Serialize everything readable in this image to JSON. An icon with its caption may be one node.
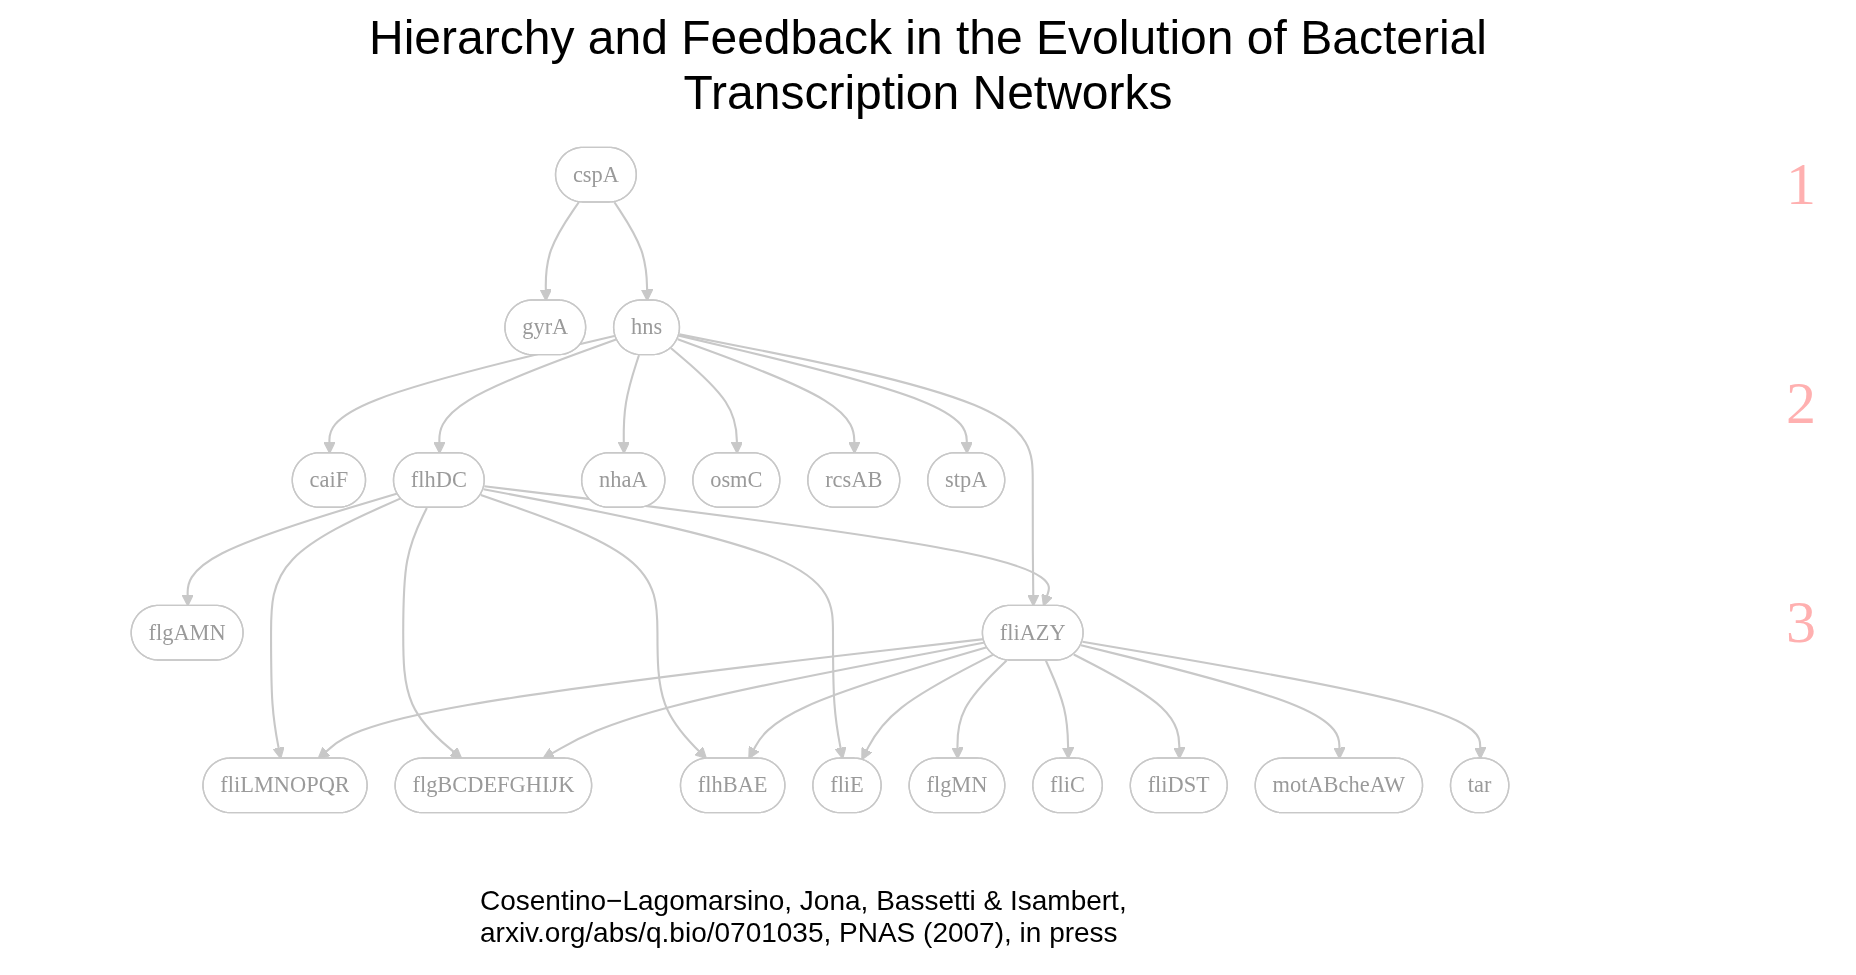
{
  "diagram": {
    "title": "Hierarchy and Feedback in the Evolution of Bacterial Transcription Networks",
    "caption": "Cosentino−Lagomarsino, Jona, Bassetti & Isambert, arxiv.org/abs/q.bio/0701035, PNAS (2007), in press",
    "nodes": [
      {
        "text": [
          "cspA"
        ]
      },
      {
        "text": [
          "gyrA"
        ]
      },
      {
        "text": [
          "hns"
        ]
      },
      {
        "text": [
          "caiF"
        ]
      },
      {
        "text": [
          "flhDC"
        ]
      },
      {
        "text": [
          "nhaA"
        ]
      },
      {
        "text": [
          "osmC"
        ]
      },
      {
        "text": [
          "rcsAB"
        ]
      },
      {
        "text": [
          "stpA"
        ]
      },
      {
        "text": [
          "flgAMN"
        ]
      },
      {
        "text": [
          "fliAZY"
        ]
      },
      {
        "text": [
          "fliLMNOPQR"
        ]
      },
      {
        "text": [
          "flgBCDEFGHIJK"
        ]
      },
      {
        "text": [
          "flhBAE"
        ]
      },
      {
        "text": [
          "fliE"
        ]
      },
      {
        "text": [
          "flgMN"
        ]
      },
      {
        "text": [
          "fliC"
        ]
      },
      {
        "text": [
          "fliDST"
        ]
      },
      {
        "text": [
          "motABcheAW"
        ]
      },
      {
        "text": [
          "tar"
        ]
      }
    ],
    "edges": [
      {
        "from": 0,
        "to": 1,
        "arrow": "to"
      },
      {
        "from": 0,
        "to": 2,
        "arrow": "to"
      },
      {
        "from": 2,
        "to": 3,
        "arrow": "to"
      },
      {
        "from": 2,
        "to": 4,
        "arrow": "to"
      },
      {
        "from": 2,
        "to": 5,
        "arrow": "to"
      },
      {
        "from": 2,
        "to": 6,
        "arrow": "to"
      },
      {
        "from": 2,
        "to": 7,
        "arrow": "to"
      },
      {
        "from": 2,
        "to": 8,
        "arrow": "to"
      },
      {
        "from": 2,
        "to": 10,
        "arrow": "to"
      },
      {
        "from": 4,
        "to": 9,
        "arrow": "to"
      },
      {
        "from": 4,
        "to": 10,
        "arrow": "to"
      },
      {
        "from": 4,
        "to": 11,
        "arrow": "to"
      },
      {
        "from": 4,
        "to": 12,
        "arrow": "to"
      },
      {
        "from": 4,
        "to": 13,
        "arrow": "to"
      },
      {
        "from": 4,
        "to": 14,
        "arrow": "to"
      },
      {
        "from": 10,
        "to": 11,
        "arrow": "to"
      },
      {
        "from": 10,
        "to": 12,
        "arrow": "to"
      },
      {
        "from": 10,
        "to": 13,
        "arrow": "to"
      },
      {
        "from": 10,
        "to": 14,
        "arrow": "to"
      },
      {
        "from": 10,
        "to": 15,
        "arrow": "to"
      },
      {
        "from": 10,
        "to": 16,
        "arrow": "to"
      },
      {
        "from": 10,
        "to": 17,
        "arrow": "to"
      },
      {
        "from": 10,
        "to": 18,
        "arrow": "to"
      },
      {
        "from": 10,
        "to": 19,
        "arrow": "to"
      }
    ],
    "labels": [
      "1",
      "2",
      "3"
    ]
  }
}
